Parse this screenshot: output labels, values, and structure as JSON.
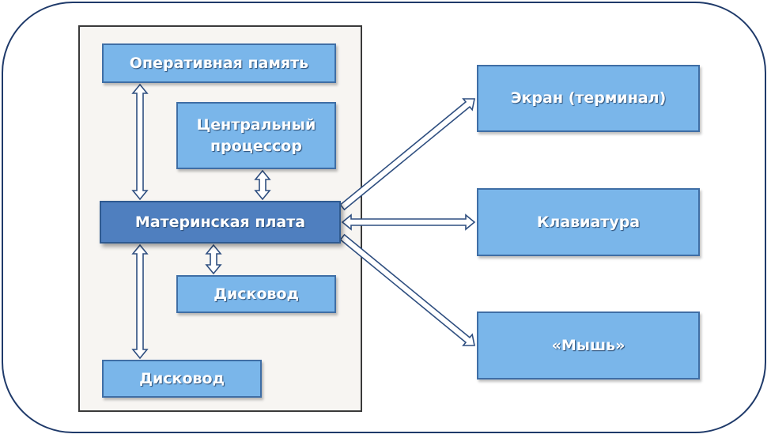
{
  "diagram": {
    "nodes": {
      "ram": "Оперативная память",
      "cpu": "Центральный\nпроцессор",
      "motherboard": "Материнская плата",
      "drive_inner": "Дисковод",
      "drive_outer": "Дисковод",
      "screen": "Экран (терминал)",
      "keyboard": "Клавиатура",
      "mouse": "«Мышь»"
    },
    "edges": [
      {
        "from": "ram",
        "to": "motherboard",
        "type": "bidirectional"
      },
      {
        "from": "cpu",
        "to": "motherboard",
        "type": "bidirectional"
      },
      {
        "from": "motherboard",
        "to": "drive_inner",
        "type": "bidirectional"
      },
      {
        "from": "motherboard",
        "to": "drive_outer",
        "type": "bidirectional"
      },
      {
        "from": "motherboard",
        "to": "screen",
        "type": "directed"
      },
      {
        "from": "motherboard",
        "to": "keyboard",
        "type": "bidirectional"
      },
      {
        "from": "motherboard",
        "to": "mouse",
        "type": "directed"
      }
    ],
    "colors": {
      "box_fill": "#7ab6ea",
      "box_border": "#3f6ea5",
      "motherboard_fill": "#4f7fbf",
      "unit_fill": "#f7f5f2",
      "frame_border": "#1f3a6a",
      "arrow_stroke": "#2f4f80"
    }
  }
}
